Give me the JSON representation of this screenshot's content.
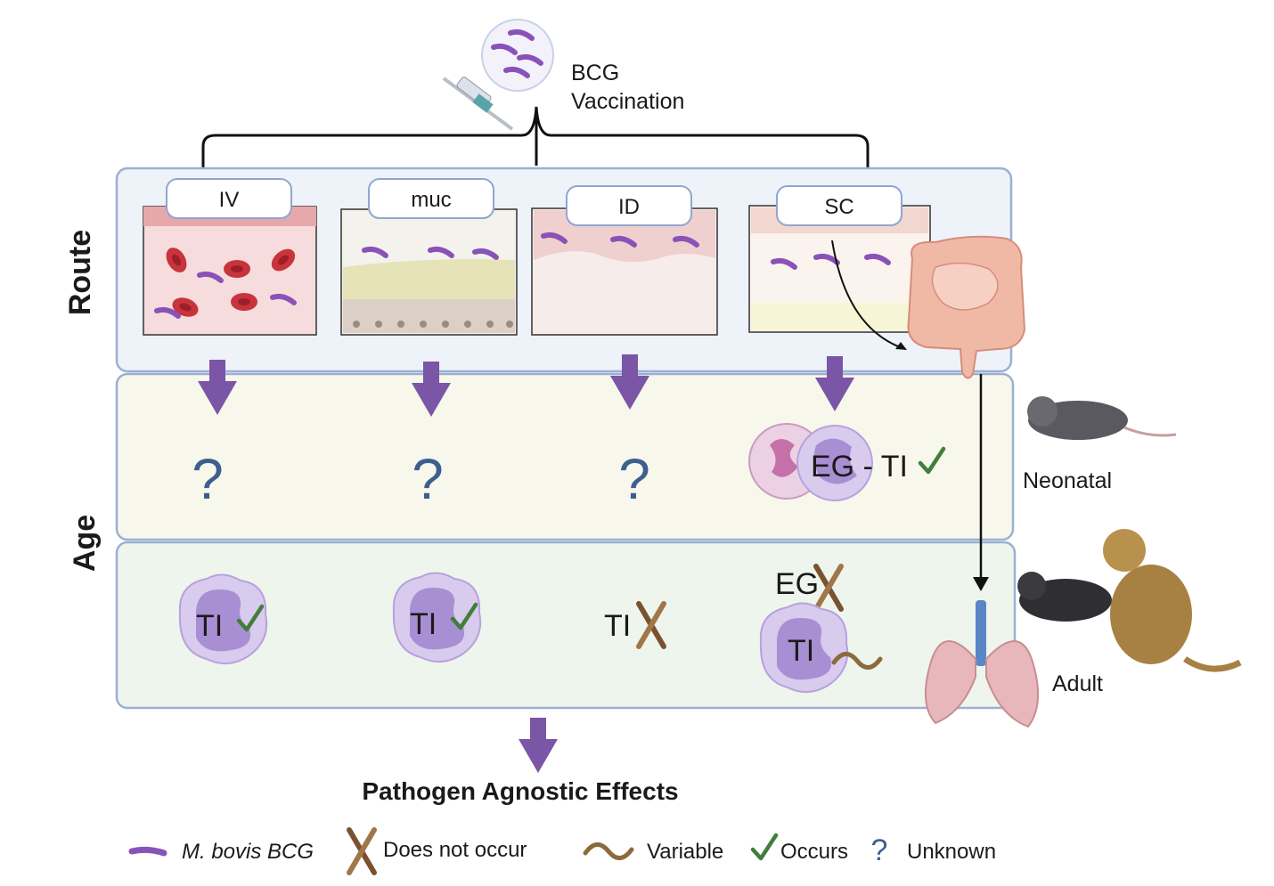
{
  "header": {
    "title_line1": "BCG",
    "title_line2": "Vaccination"
  },
  "rows": {
    "route_label": "Route",
    "age_label": "Age"
  },
  "routes": [
    {
      "label": "IV"
    },
    {
      "label": "muc"
    },
    {
      "label": "ID"
    },
    {
      "label": "SC"
    }
  ],
  "neonatal": {
    "label": "Neonatal",
    "unknown_mark": "?",
    "sc_result": "EG - TI",
    "sc_status": "occurs"
  },
  "adult": {
    "label": "Adult",
    "iv_result": "TI",
    "iv_status": "occurs",
    "muc_result": "TI",
    "muc_status": "occurs",
    "id_result": "TI",
    "id_status": "does not occur",
    "sc_eg_result": "EG",
    "sc_eg_status": "does not occur",
    "sc_ti_result": "TI",
    "sc_ti_status": "variable"
  },
  "outcome": {
    "label": "Pathogen Agnostic Effects"
  },
  "legend": {
    "bcg": "M. bovis BCG",
    "not_occur": "Does not occur",
    "variable": "Variable",
    "occurs": "Occurs",
    "unknown_symbol": "?",
    "unknown": "Unknown"
  },
  "colors": {
    "bacterium": "#8a52b8",
    "arrow": "#7b55a6",
    "route_panel": "#eef2f9",
    "neonatal_panel": "#f8f7ec",
    "adult_panel": "#eef5ed",
    "panel_border": "#9bb0d3",
    "check": "#3f7f3a",
    "cross": "#7a5230",
    "question": "#3d5f90",
    "cell": "#c9b7e3"
  }
}
